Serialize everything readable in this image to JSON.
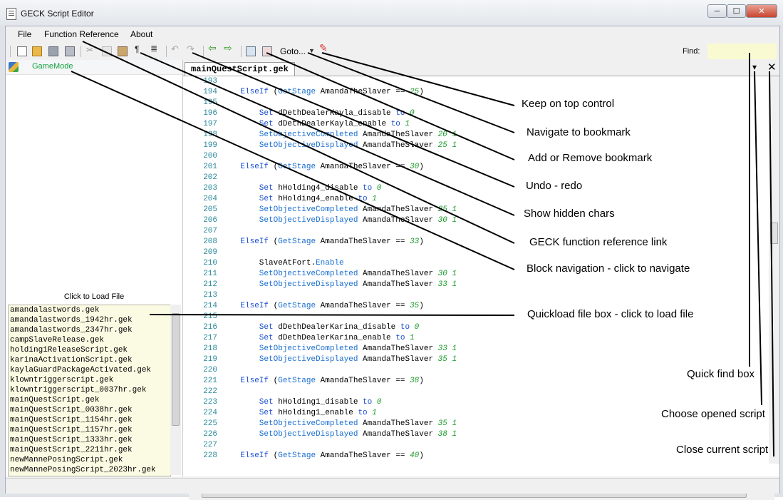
{
  "window": {
    "title": "GECK Script Editor",
    "minimize": "0",
    "maximize": "1",
    "close": "r"
  },
  "menu": [
    "File",
    "Function Reference",
    "About"
  ],
  "toolbar": {
    "goto_label": "Goto...",
    "find_label": "Find:",
    "find_value": ""
  },
  "tree": {
    "root_label": "GameMode"
  },
  "file_panel": {
    "title": "Click to Load File",
    "files": [
      "amandalastwords.gek",
      "amandalastwords_1942hr.gek",
      "amandalastwords_2347hr.gek",
      "campSlaveRelease.gek",
      "holding1ReleaseScript.gek",
      "karinaActivationScript.gek",
      "kaylaGuardPackageActivated.gek",
      "klowntriggerscript.gek",
      "klowntriggerscript_0037hr.gek",
      "mainQuestScript.gek",
      "mainQuestScript_0038hr.gek",
      "mainQuestScript_1154hr.gek",
      "mainQuestScript_1157hr.gek",
      "mainQuestScript_1333hr.gek",
      "mainQuestScript_2211hr.gek",
      "newMannePosingScript.gek",
      "newMannePosingScript_2023hr.gek"
    ]
  },
  "editor": {
    "tab_label": "mainQuestScript.gek",
    "tab_dropdown": "▾",
    "tab_close": "✕",
    "lines": [
      {
        "n": "193",
        "t": []
      },
      {
        "n": "194",
        "t": [
          {
            "c": "kw",
            "s": "    ElseIf "
          },
          {
            "c": "plain",
            "s": "("
          },
          {
            "c": "fn",
            "s": "GetStage"
          },
          {
            "c": "plain",
            "s": " AmandaTheSlaver == "
          },
          {
            "c": "num",
            "s": "25"
          },
          {
            "c": "plain",
            "s": ")"
          }
        ]
      },
      {
        "n": "195",
        "t": []
      },
      {
        "n": "196",
        "t": [
          {
            "c": "kw",
            "s": "        Set "
          },
          {
            "c": "plain",
            "s": "dDethDealerKayla_disable "
          },
          {
            "c": "kw",
            "s": "to "
          },
          {
            "c": "num",
            "s": "0"
          }
        ]
      },
      {
        "n": "197",
        "t": [
          {
            "c": "kw",
            "s": "        Set "
          },
          {
            "c": "plain",
            "s": "dDethDealerKayla_enable "
          },
          {
            "c": "kw",
            "s": "to "
          },
          {
            "c": "num",
            "s": "1"
          }
        ]
      },
      {
        "n": "198",
        "t": [
          {
            "c": "fn",
            "s": "        SetObjectiveCompleted "
          },
          {
            "c": "plain",
            "s": "AmandaTheSlaver "
          },
          {
            "c": "num",
            "s": "20 1"
          }
        ]
      },
      {
        "n": "199",
        "t": [
          {
            "c": "fn",
            "s": "        SetObjectiveDisplayed "
          },
          {
            "c": "plain",
            "s": "AmandaTheSlaver "
          },
          {
            "c": "num",
            "s": "25 1"
          }
        ]
      },
      {
        "n": "200",
        "t": []
      },
      {
        "n": "201",
        "t": [
          {
            "c": "kw",
            "s": "    ElseIf "
          },
          {
            "c": "plain",
            "s": "("
          },
          {
            "c": "fn",
            "s": "GetStage"
          },
          {
            "c": "plain",
            "s": " AmandaTheSlaver == "
          },
          {
            "c": "num",
            "s": "30"
          },
          {
            "c": "plain",
            "s": ")"
          }
        ]
      },
      {
        "n": "202",
        "t": []
      },
      {
        "n": "203",
        "t": [
          {
            "c": "kw",
            "s": "        Set "
          },
          {
            "c": "plain",
            "s": "hHolding4_disable "
          },
          {
            "c": "kw",
            "s": "to "
          },
          {
            "c": "num",
            "s": "0"
          }
        ]
      },
      {
        "n": "204",
        "t": [
          {
            "c": "kw",
            "s": "        Set "
          },
          {
            "c": "plain",
            "s": "hHolding4_enable "
          },
          {
            "c": "kw",
            "s": "to "
          },
          {
            "c": "num",
            "s": "1"
          }
        ]
      },
      {
        "n": "205",
        "t": [
          {
            "c": "fn",
            "s": "        SetObjectiveCompleted "
          },
          {
            "c": "plain",
            "s": "AmandaTheSlaver "
          },
          {
            "c": "num",
            "s": "25 1"
          }
        ]
      },
      {
        "n": "206",
        "t": [
          {
            "c": "fn",
            "s": "        SetObjectiveDisplayed "
          },
          {
            "c": "plain",
            "s": "AmandaTheSlaver "
          },
          {
            "c": "num",
            "s": "30 1"
          }
        ]
      },
      {
        "n": "207",
        "t": []
      },
      {
        "n": "208",
        "t": [
          {
            "c": "kw",
            "s": "    ElseIf "
          },
          {
            "c": "plain",
            "s": "("
          },
          {
            "c": "fn",
            "s": "GetStage"
          },
          {
            "c": "plain",
            "s": " AmandaTheSlaver == "
          },
          {
            "c": "num",
            "s": "33"
          },
          {
            "c": "plain",
            "s": ")"
          }
        ]
      },
      {
        "n": "209",
        "t": []
      },
      {
        "n": "210",
        "t": [
          {
            "c": "plain",
            "s": "        SlaveAtFort."
          },
          {
            "c": "fn",
            "s": "Enable"
          }
        ]
      },
      {
        "n": "211",
        "t": [
          {
            "c": "fn",
            "s": "        SetObjectiveCompleted "
          },
          {
            "c": "plain",
            "s": "AmandaTheSlaver "
          },
          {
            "c": "num",
            "s": "30 1"
          }
        ]
      },
      {
        "n": "212",
        "t": [
          {
            "c": "fn",
            "s": "        SetObjectiveDisplayed "
          },
          {
            "c": "plain",
            "s": "AmandaTheSlaver "
          },
          {
            "c": "num",
            "s": "33 1"
          }
        ]
      },
      {
        "n": "213",
        "t": []
      },
      {
        "n": "214",
        "t": [
          {
            "c": "kw",
            "s": "    ElseIf "
          },
          {
            "c": "plain",
            "s": "("
          },
          {
            "c": "fn",
            "s": "GetStage"
          },
          {
            "c": "plain",
            "s": " AmandaTheSlaver == "
          },
          {
            "c": "num",
            "s": "35"
          },
          {
            "c": "plain",
            "s": ")"
          }
        ]
      },
      {
        "n": "215",
        "t": []
      },
      {
        "n": "216",
        "t": [
          {
            "c": "kw",
            "s": "        Set "
          },
          {
            "c": "plain",
            "s": "dDethDealerKarina_disable "
          },
          {
            "c": "kw",
            "s": "to "
          },
          {
            "c": "num",
            "s": "0"
          }
        ]
      },
      {
        "n": "217",
        "t": [
          {
            "c": "kw",
            "s": "        Set "
          },
          {
            "c": "plain",
            "s": "dDethDealerKarina_enable "
          },
          {
            "c": "kw",
            "s": "to "
          },
          {
            "c": "num",
            "s": "1"
          }
        ]
      },
      {
        "n": "218",
        "t": [
          {
            "c": "fn",
            "s": "        SetObjectiveCompleted "
          },
          {
            "c": "plain",
            "s": "AmandaTheSlaver "
          },
          {
            "c": "num",
            "s": "33 1"
          }
        ]
      },
      {
        "n": "219",
        "t": [
          {
            "c": "fn",
            "s": "        SetObjectiveDisplayed "
          },
          {
            "c": "plain",
            "s": "AmandaTheSlaver "
          },
          {
            "c": "num",
            "s": "35 1"
          }
        ]
      },
      {
        "n": "220",
        "t": []
      },
      {
        "n": "221",
        "t": [
          {
            "c": "kw",
            "s": "    ElseIf "
          },
          {
            "c": "plain",
            "s": "("
          },
          {
            "c": "fn",
            "s": "GetStage"
          },
          {
            "c": "plain",
            "s": " AmandaTheSlaver == "
          },
          {
            "c": "num",
            "s": "38"
          },
          {
            "c": "plain",
            "s": ")"
          }
        ]
      },
      {
        "n": "222",
        "t": []
      },
      {
        "n": "223",
        "t": [
          {
            "c": "kw",
            "s": "        Set "
          },
          {
            "c": "plain",
            "s": "hHolding1_disable "
          },
          {
            "c": "kw",
            "s": "to "
          },
          {
            "c": "num",
            "s": "0"
          }
        ]
      },
      {
        "n": "224",
        "t": [
          {
            "c": "kw",
            "s": "        Set "
          },
          {
            "c": "plain",
            "s": "hHolding1_enable "
          },
          {
            "c": "kw",
            "s": "to "
          },
          {
            "c": "num",
            "s": "1"
          }
        ]
      },
      {
        "n": "225",
        "t": [
          {
            "c": "fn",
            "s": "        SetObjectiveCompleted "
          },
          {
            "c": "plain",
            "s": "AmandaTheSlaver "
          },
          {
            "c": "num",
            "s": "35 1"
          }
        ]
      },
      {
        "n": "226",
        "t": [
          {
            "c": "fn",
            "s": "        SetObjectiveDisplayed "
          },
          {
            "c": "plain",
            "s": "AmandaTheSlaver "
          },
          {
            "c": "num",
            "s": "38 1"
          }
        ]
      },
      {
        "n": "227",
        "t": []
      },
      {
        "n": "228",
        "t": [
          {
            "c": "kw",
            "s": "    ElseIf "
          },
          {
            "c": "plain",
            "s": "("
          },
          {
            "c": "fn",
            "s": "GetStage"
          },
          {
            "c": "plain",
            "s": " AmandaTheSlaver == "
          },
          {
            "c": "num",
            "s": "40"
          },
          {
            "c": "plain",
            "s": ")"
          }
        ]
      }
    ]
  },
  "annotations": [
    "Keep on top control",
    "Navigate to bookmark",
    "Add or Remove bookmark",
    "Undo - redo",
    "Show hidden chars",
    "GECK function reference link",
    "Block navigation - click to navigate",
    "Quickload file box - click to load file",
    "Quick find box",
    "Choose opened script",
    "Close current script"
  ],
  "colors": {
    "find_box": "#fafad2",
    "file_list": "#fbfbe3",
    "line_numbers": "#2a8a9a",
    "keyword": "#1a4fd0",
    "number": "#1a9a2a",
    "tree_label": "#14a040"
  }
}
